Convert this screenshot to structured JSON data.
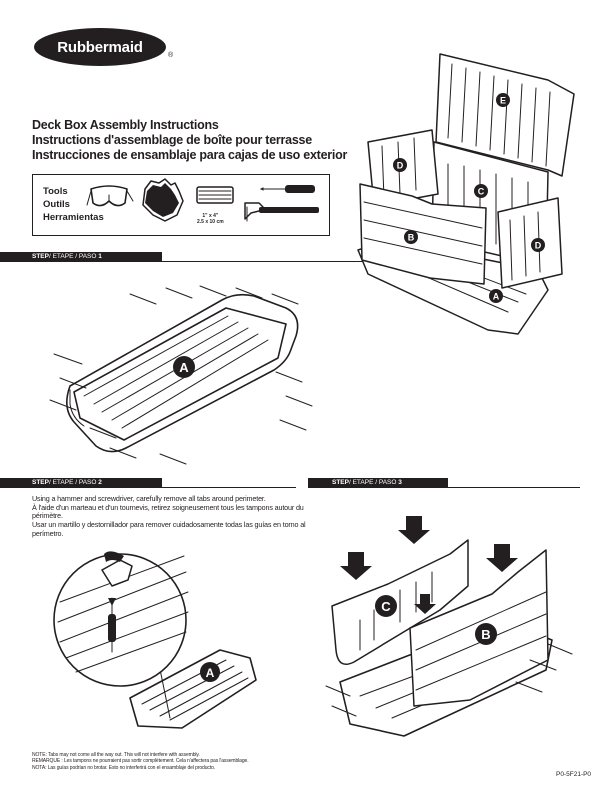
{
  "brand": {
    "name": "Rubbermaid",
    "registered": "®"
  },
  "titles": {
    "en": "Deck Box Assembly Instructions",
    "fr": "Instructions d'assemblage de boîte pour terrasse",
    "es": "Instrucciones de ensamblaje para cajas de uso exterior"
  },
  "tools": {
    "labels": [
      "Tools",
      "Outils",
      "Herramientas"
    ],
    "icons": [
      "safety-glasses-icon",
      "work-gloves-icon",
      "tape-icon",
      "screwdriver-icon",
      "hammer-icon"
    ],
    "tape_size": [
      "1\" x 4\"",
      "2.5 x 10 cm"
    ]
  },
  "steps": [
    {
      "prefix": "STEP",
      "mid": "/ ETAPE / PASO",
      "number": "1"
    },
    {
      "prefix": "STEP",
      "mid": "/ ETAPE / PASO",
      "number": "2"
    },
    {
      "prefix": "STEP",
      "mid": "/ ETAPE / PASO",
      "number": "3"
    }
  ],
  "step2_text": {
    "en": "Using a hammer and screwdriver, carefully remove all tabs around perimeter.",
    "fr": "À l'aide d'un marteau et d'un tournevis, retirez soigneusement tous les tampons autour du périmètre.",
    "es": "Usar un martillo y destornillador para remover cuidadosamente todas las guías en torno al perímetro."
  },
  "part_labels": {
    "a": "A",
    "b": "B",
    "c": "C",
    "d": "D",
    "e": "E"
  },
  "notes": {
    "en": "NOTE: Tabs may not come all the way out. This will not interfere with assembly.",
    "fr": "REMARQUE : Les tampons ne pourraient pas sortir complètement. Cela n'affectera pas l'assemblage.",
    "es": "NOTA: Las guías podrían no brotar. Esto no interferirá con el ensamblaje del producto."
  },
  "document_code": "P0-5F21-P0"
}
